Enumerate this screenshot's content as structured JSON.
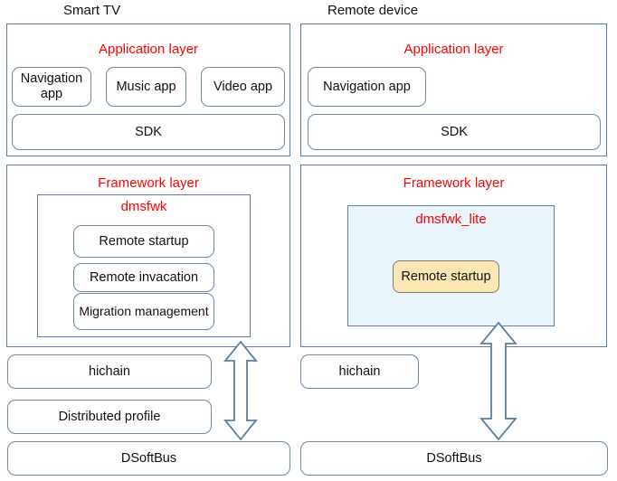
{
  "diagram": {
    "type": "architecture-block-diagram",
    "columns": [
      {
        "id": "smart-tv",
        "caption": "Smart TV",
        "layers": [
          {
            "id": "application-layer",
            "title": "Application layer",
            "title_color": "#ff0000",
            "blocks": [
              {
                "id": "navigation-app",
                "label": "Navigation app"
              },
              {
                "id": "music-app",
                "label": "Music app"
              },
              {
                "id": "video-app",
                "label": "Video app"
              },
              {
                "id": "sdk",
                "label": "SDK"
              }
            ]
          },
          {
            "id": "framework-layer",
            "title": "Framework layer",
            "title_color": "#ff0000",
            "container": {
              "id": "dmsfwk",
              "title": "dmsfwk",
              "title_color": "#ff0000",
              "fill": "#ffffff",
              "blocks": [
                {
                  "id": "remote-startup",
                  "label": "Remote startup"
                },
                {
                  "id": "remote-invacation",
                  "label": "Remote invacation"
                },
                {
                  "id": "migration-management",
                  "label": "Migration management"
                }
              ]
            }
          }
        ],
        "base_blocks": [
          {
            "id": "hichain",
            "label": "hichain"
          },
          {
            "id": "distributed-profile",
            "label": "Distributed profile"
          },
          {
            "id": "dsoftbus",
            "label": "DSoftBus"
          }
        ]
      },
      {
        "id": "remote-device",
        "caption": "Remote device",
        "layers": [
          {
            "id": "application-layer",
            "title": "Application layer",
            "title_color": "#ff0000",
            "blocks": [
              {
                "id": "navigation-app",
                "label": "Navigation app"
              },
              {
                "id": "sdk",
                "label": "SDK"
              }
            ]
          },
          {
            "id": "framework-layer",
            "title": "Framework layer",
            "title_color": "#ff0000",
            "container": {
              "id": "dmsfwk-lite",
              "title": "dmsfwk_lite",
              "title_color": "#ff0000",
              "fill": "#e9f4fb",
              "blocks": [
                {
                  "id": "remote-startup",
                  "label": "Remote startup",
                  "fill": "#fce7b4"
                }
              ]
            }
          }
        ],
        "base_blocks": [
          {
            "id": "hichain",
            "label": "hichain"
          },
          {
            "id": "dsoftbus",
            "label": "DSoftBus"
          }
        ]
      }
    ],
    "connectors": [
      {
        "id": "left-vertical-double-arrow",
        "style": "double-headed-vertical",
        "stroke": "#5f7e9e"
      },
      {
        "id": "right-vertical-double-arrow",
        "style": "double-headed-vertical",
        "stroke": "#5f7e9e"
      }
    ]
  }
}
